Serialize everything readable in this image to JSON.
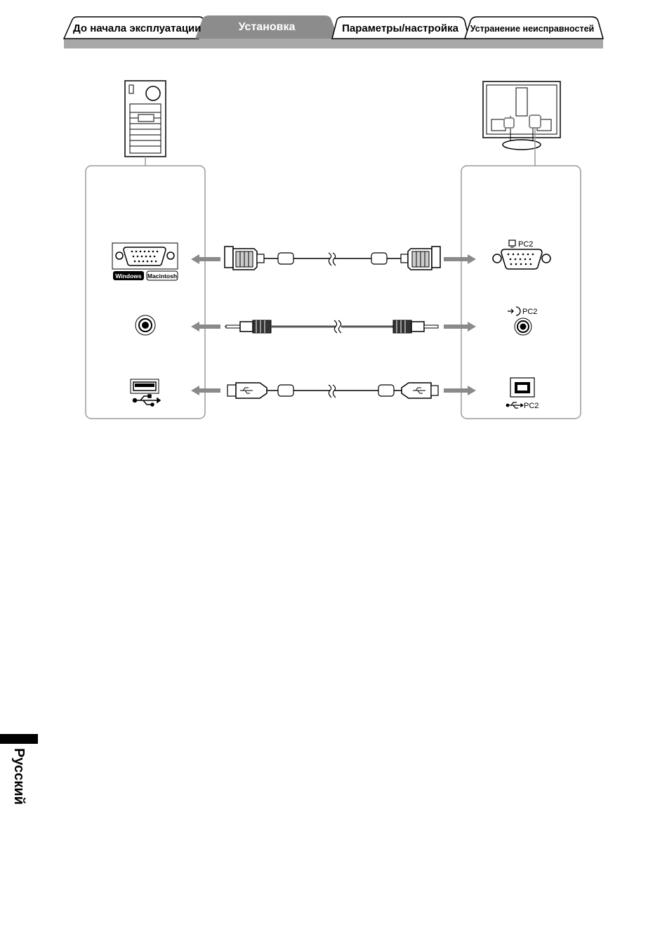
{
  "tabs": [
    {
      "label": "До начала эксплуатации",
      "active": false
    },
    {
      "label": "Установка",
      "active": true
    },
    {
      "label": "Параметры/настройка",
      "active": false
    },
    {
      "label": "Устранение неисправностей",
      "active": false
    }
  ],
  "pc_panel": {
    "os_labels": [
      "Windows",
      "Macintosh"
    ]
  },
  "monitor_panel": {
    "vga_label": "PC2",
    "audio_label": "PC2",
    "usb_label": "PC2"
  },
  "side_tab": {
    "language": "Русский"
  },
  "colors": {
    "tab_active": "#8c8c8c",
    "tab_bar": "#a8a8a8",
    "arrow": "#8a8a8a",
    "panel_border": "#9a9a9a"
  },
  "icons": [
    "pc-tower-icon",
    "monitor-back-icon",
    "vga-port-icon",
    "audio-jack-icon",
    "usb-a-port-icon",
    "usb-b-port-icon",
    "usb-symbol-icon",
    "audio-input-icon",
    "monitor-symbol-icon"
  ]
}
